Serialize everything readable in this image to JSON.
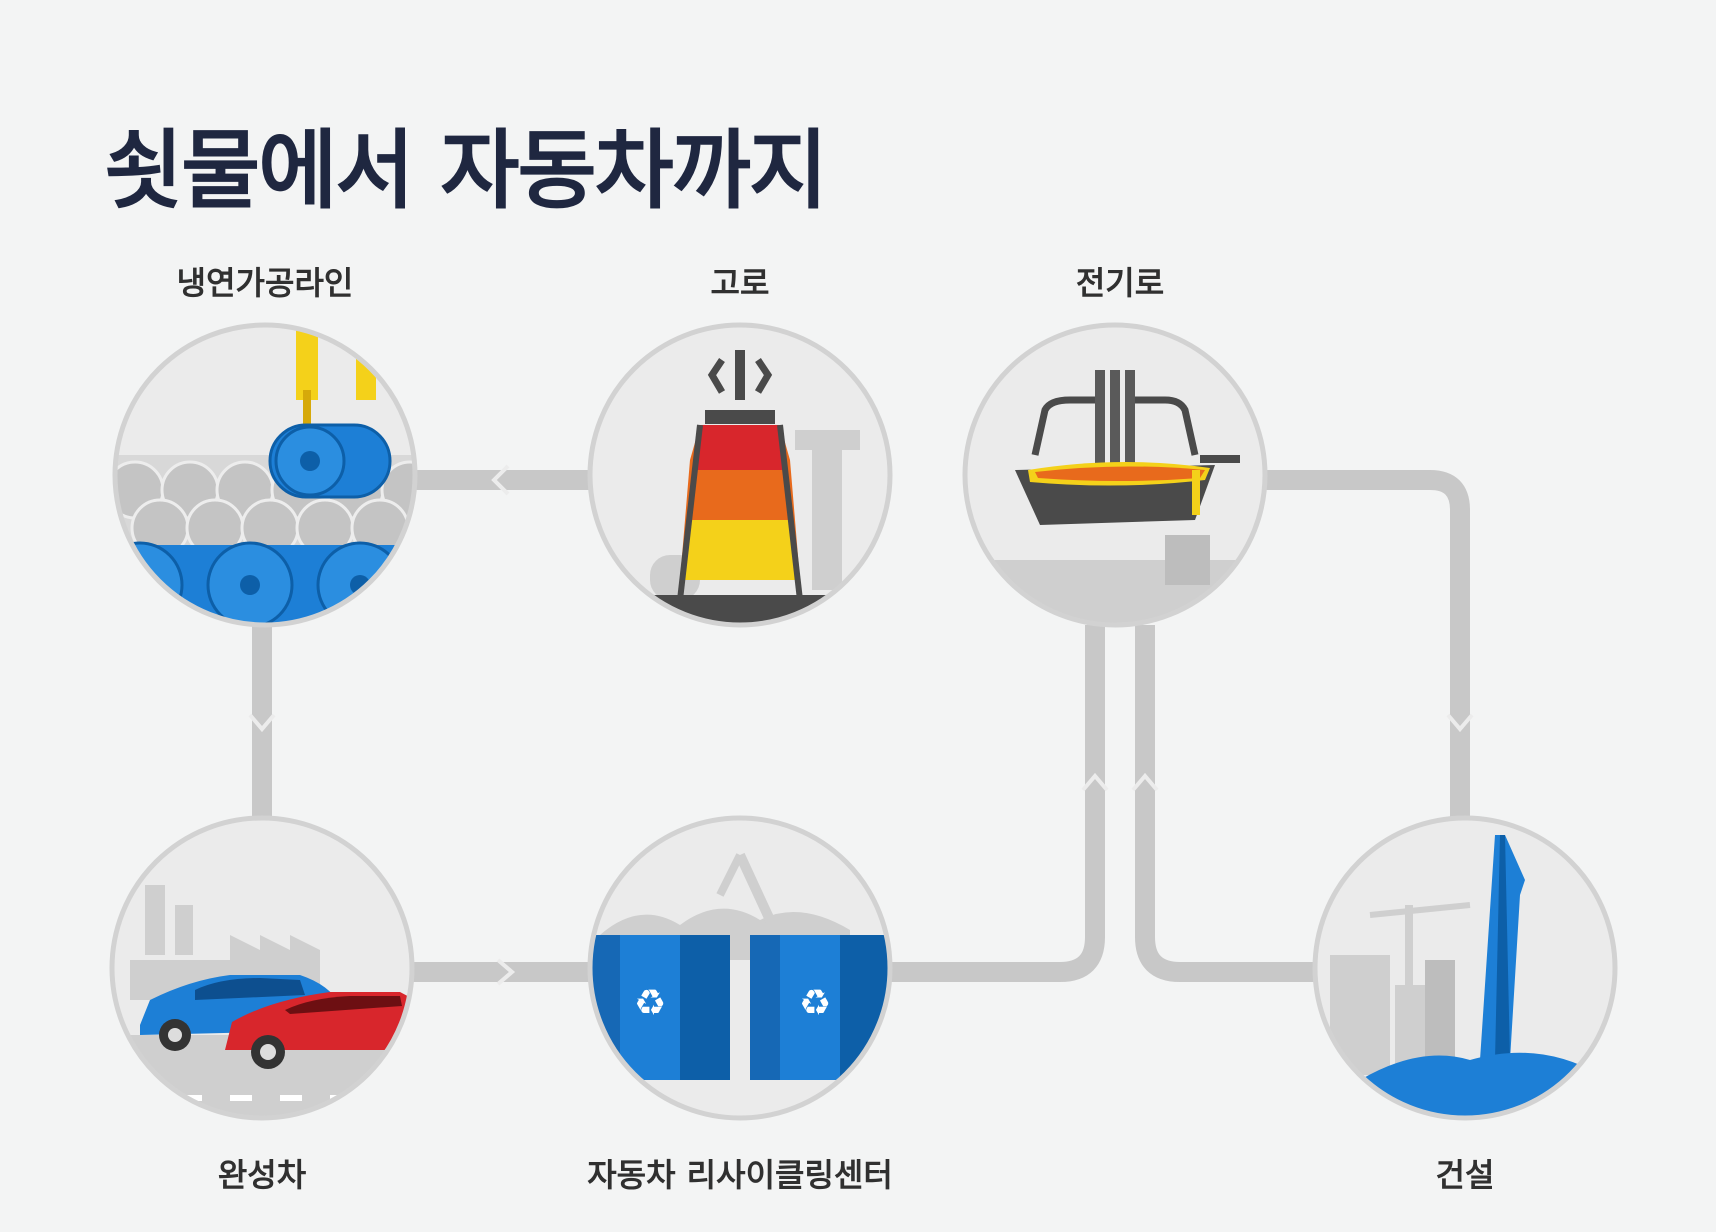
{
  "title": "쇳물에서 자동차까지",
  "nodes": [
    {
      "id": "cold-rolling",
      "label": "냉연가공라인"
    },
    {
      "id": "blast-furnace",
      "label": "고로"
    },
    {
      "id": "electric-furnace",
      "label": "전기로"
    },
    {
      "id": "finished-car",
      "label": "완성차"
    },
    {
      "id": "recycling-center",
      "label": "자동차 리사이클링센터"
    },
    {
      "id": "construction",
      "label": "건설"
    }
  ],
  "icons": {
    "cold-rolling": "steel-coil-crane-icon",
    "blast-furnace": "blast-furnace-icon",
    "electric-furnace": "electric-arc-furnace-icon",
    "finished-car": "cars-factory-icon",
    "recycling-center": "recycling-bins-icon",
    "construction": "skyscraper-construction-icon"
  },
  "colors": {
    "background": "#f3f4f4",
    "title": "#1f2740",
    "connector": "#c8c8c8",
    "blue": "#1d7fd6",
    "red": "#d8262c",
    "yellow": "#f4d11a",
    "orange": "#e86a1c"
  }
}
